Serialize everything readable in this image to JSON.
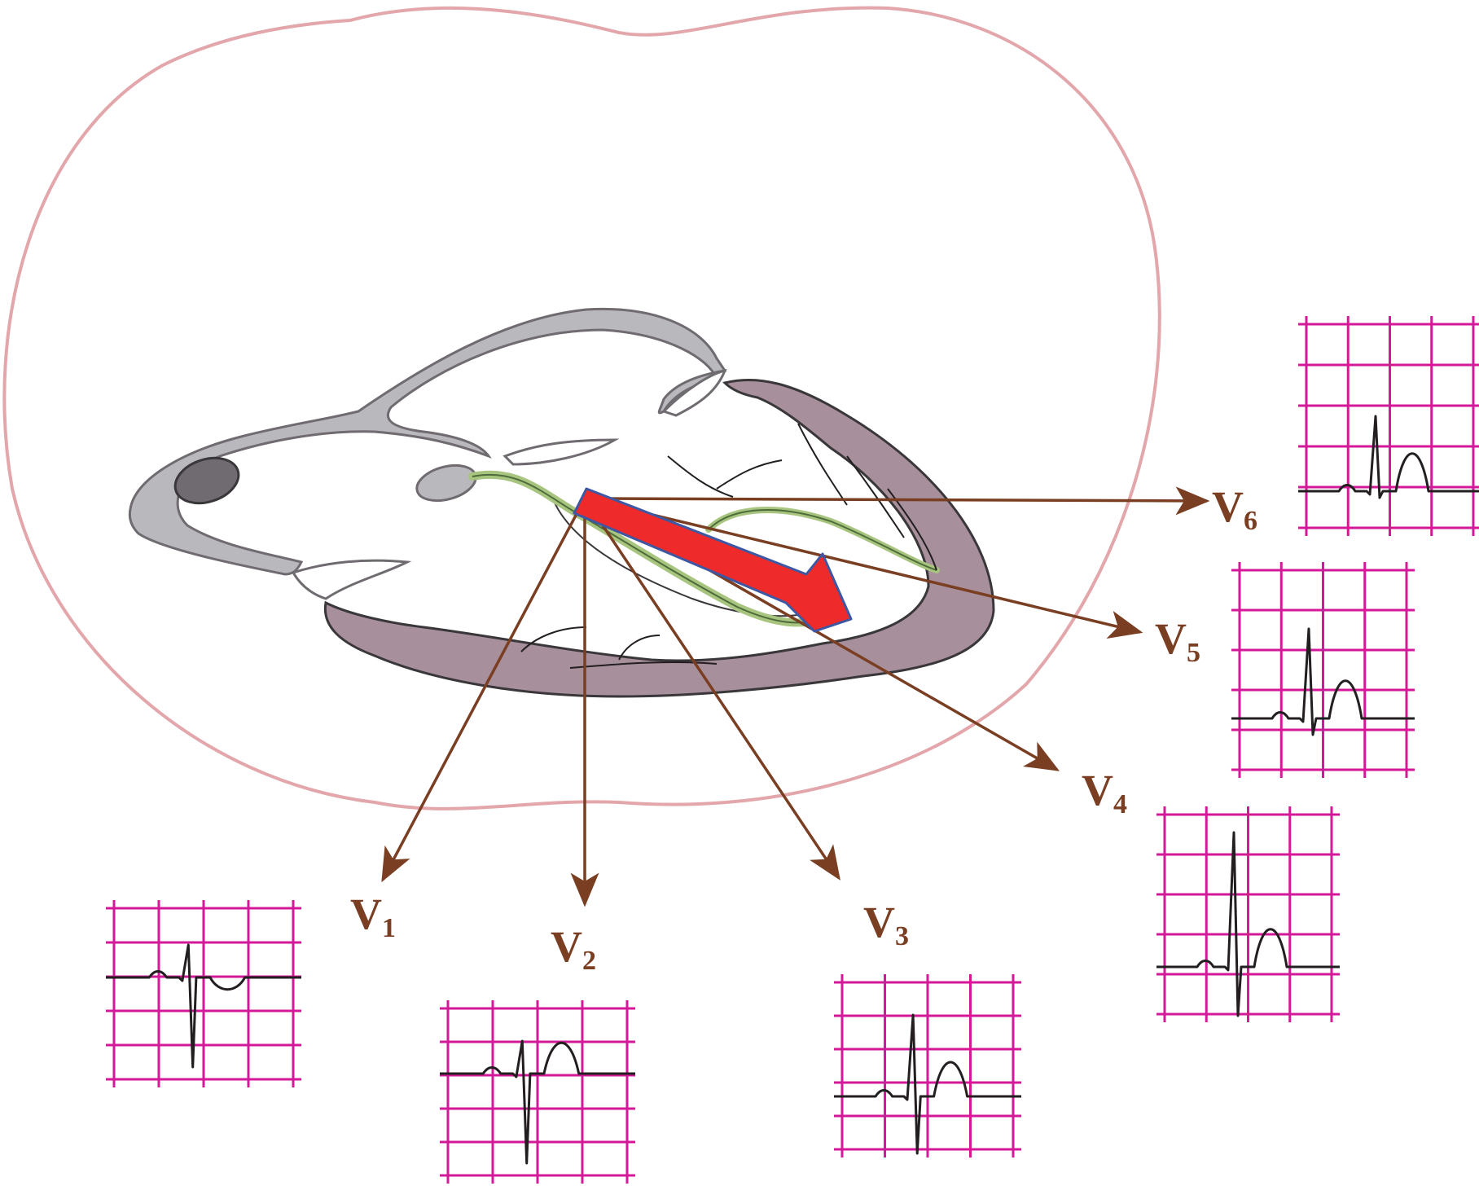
{
  "colors": {
    "chest_outline": "#e2a6ab",
    "atrium_gray": "#b9b8bd",
    "atrium_dark": "#6f6b70",
    "ventricle_mauve": "#a78f9b",
    "conduction_green": "#a7c57f",
    "vector_red": "#ee2a2a",
    "vector_outline": "#3d57a2",
    "lead_arrow": "#7a3e22",
    "ecg_grid": "#d4189a",
    "ecg_trace": "#231f20"
  },
  "icons": {
    "heart": "heart-cross-section-icon",
    "vector": "cardiac-electrical-vector-icon",
    "lead": "lead-direction-arrow-icon"
  },
  "leads": [
    {
      "id": "v1",
      "letter": "V",
      "sub": "1"
    },
    {
      "id": "v2",
      "letter": "V",
      "sub": "2"
    },
    {
      "id": "v3",
      "letter": "V",
      "sub": "3"
    },
    {
      "id": "v4",
      "letter": "V",
      "sub": "4"
    },
    {
      "id": "v5",
      "letter": "V",
      "sub": "5"
    },
    {
      "id": "v6",
      "letter": "V",
      "sub": "6"
    }
  ]
}
